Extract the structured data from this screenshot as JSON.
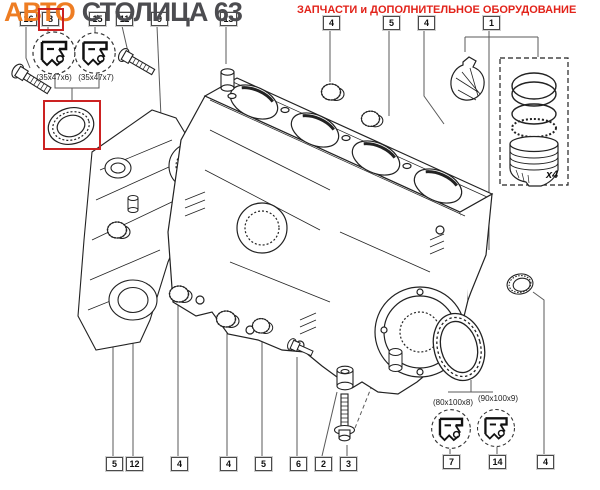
{
  "header": {
    "logo_primary": "АВТО",
    "logo_secondary": "СТОЛИЦА 63",
    "tagline": "ЗАПЧАСТИ и ДОПОЛНИТЕЛЬНОЕ ОБОРУДОВАНИЕ",
    "logo_primary_color": "#ee7d23",
    "logo_secondary_color": "#4c4c50",
    "tagline_color": "#e2231a"
  },
  "diagram": {
    "subject": "Exploded view of engine cylinder block with seals, core plugs, bolts and piston set",
    "highlight_color": "#cc2222",
    "callouts": [
      {
        "label": "16"
      },
      {
        "label": "8",
        "highlighted": true
      },
      {
        "label": "15"
      },
      {
        "label": "11"
      },
      {
        "label": "9"
      },
      {
        "label": "13"
      },
      {
        "label": "4"
      },
      {
        "label": "5"
      },
      {
        "label": "4"
      },
      {
        "label": "1"
      },
      {
        "label": "5"
      },
      {
        "label": "12"
      },
      {
        "label": "4"
      },
      {
        "label": "4"
      },
      {
        "label": "5"
      },
      {
        "label": "6"
      },
      {
        "label": "2"
      },
      {
        "label": "3"
      },
      {
        "label": "7"
      },
      {
        "label": "14"
      },
      {
        "label": "4"
      }
    ],
    "part_labels": {
      "front_seal_option_1": "(35x47x6)",
      "front_seal_option_2": "(35x47x7)",
      "rear_seal_option_1": "(80x100x8)",
      "rear_seal_option_2": "(90x100x9)",
      "piston_set_quantity": "x4"
    }
  }
}
